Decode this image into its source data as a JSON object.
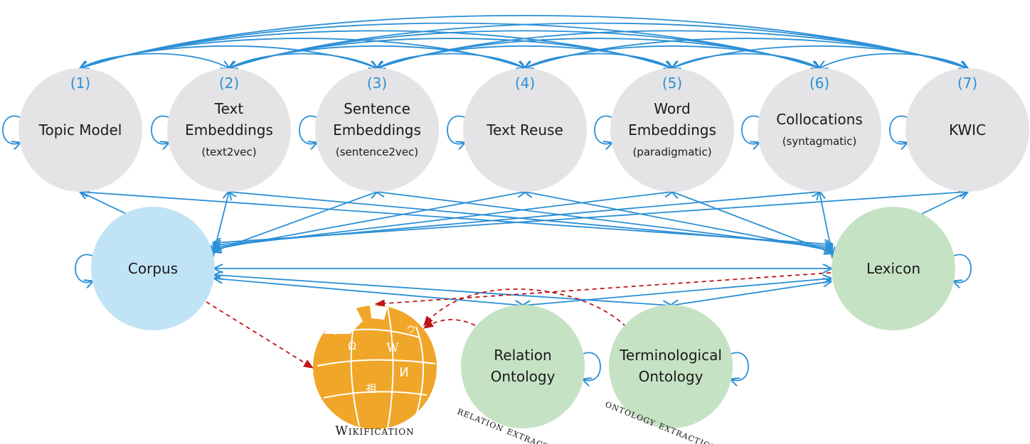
{
  "colors": {
    "model_node": "#e4e4e6",
    "corpus_node": "#c1e3f6",
    "lexicon_node": "#c6e2c4",
    "ontology_node": "#c6e2c4",
    "edge": "#2b8fd6",
    "dashed_edge": "#c0161b",
    "wiki_globe": "#f0a629"
  },
  "models": [
    {
      "num": "(1)",
      "lines": [
        "Topic Model"
      ],
      "sub": ""
    },
    {
      "num": "(2)",
      "lines": [
        "Text",
        "Embeddings"
      ],
      "sub": "(text2vec)"
    },
    {
      "num": "(3)",
      "lines": [
        "Sentence",
        "Embeddings"
      ],
      "sub": "(sentence2vec)"
    },
    {
      "num": "(4)",
      "lines": [
        "Text Reuse"
      ],
      "sub": ""
    },
    {
      "num": "(5)",
      "lines": [
        "Word",
        "Embeddings"
      ],
      "sub": "(paradigmatic)"
    },
    {
      "num": "(6)",
      "lines": [
        "Collocations"
      ],
      "sub": "(syntagmatic)"
    },
    {
      "num": "(7)",
      "lines": [
        "KWIC"
      ],
      "sub": ""
    }
  ],
  "corpus": {
    "label": "Corpus"
  },
  "lexicon": {
    "label": "Lexicon"
  },
  "relation_ontology": {
    "lines": [
      "Relation",
      "Ontology"
    ]
  },
  "terminological_ontology": {
    "lines": [
      "Terminological",
      "Ontology"
    ]
  },
  "captions": {
    "wikification": "Wikification",
    "relation_extraction": "relation extraction",
    "ontology_extraction": "ontology extraction"
  },
  "wiki_glyphs": [
    "Ω",
    "W",
    "И",
    "祖",
    "ウ"
  ]
}
